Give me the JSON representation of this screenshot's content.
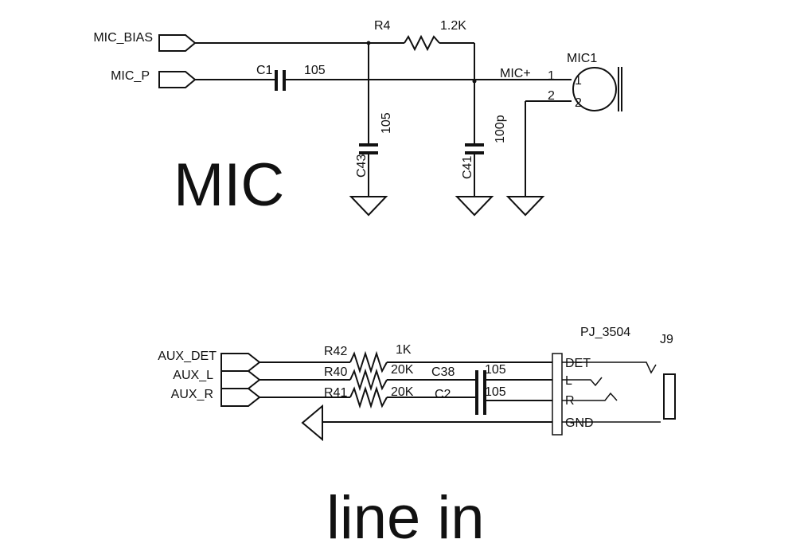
{
  "mic_section": {
    "title": "MIC",
    "ports": {
      "bias": "MIC_BIAS",
      "p": "MIC_P"
    },
    "r4": {
      "ref": "R4",
      "value": "1.2K"
    },
    "c1": {
      "ref": "C1",
      "value": "105"
    },
    "c43": {
      "ref": "C43",
      "value": "105"
    },
    "c41": {
      "ref": "C41",
      "value": "100p"
    },
    "mic1": {
      "ref": "MIC1",
      "net": "MIC+",
      "pin1": "1",
      "pin2": "2",
      "pin1_inner": "1",
      "pin2_inner": "2"
    }
  },
  "linein_section": {
    "title": "line in",
    "ports": {
      "det": "AUX_DET",
      "l": "AUX_L",
      "r": "AUX_R"
    },
    "r42": {
      "ref": "R42",
      "value": "1K"
    },
    "r40": {
      "ref": "R40",
      "value": "20K"
    },
    "r41": {
      "ref": "R41",
      "value": "20K"
    },
    "c38": {
      "ref": "C38",
      "value": "105"
    },
    "c2": {
      "ref": "C2",
      "value": "105"
    },
    "jack": {
      "ref": "J9",
      "part": "PJ_3504",
      "pins": {
        "det": "DET",
        "l": "L",
        "r": "R",
        "gnd": "GND"
      }
    }
  }
}
